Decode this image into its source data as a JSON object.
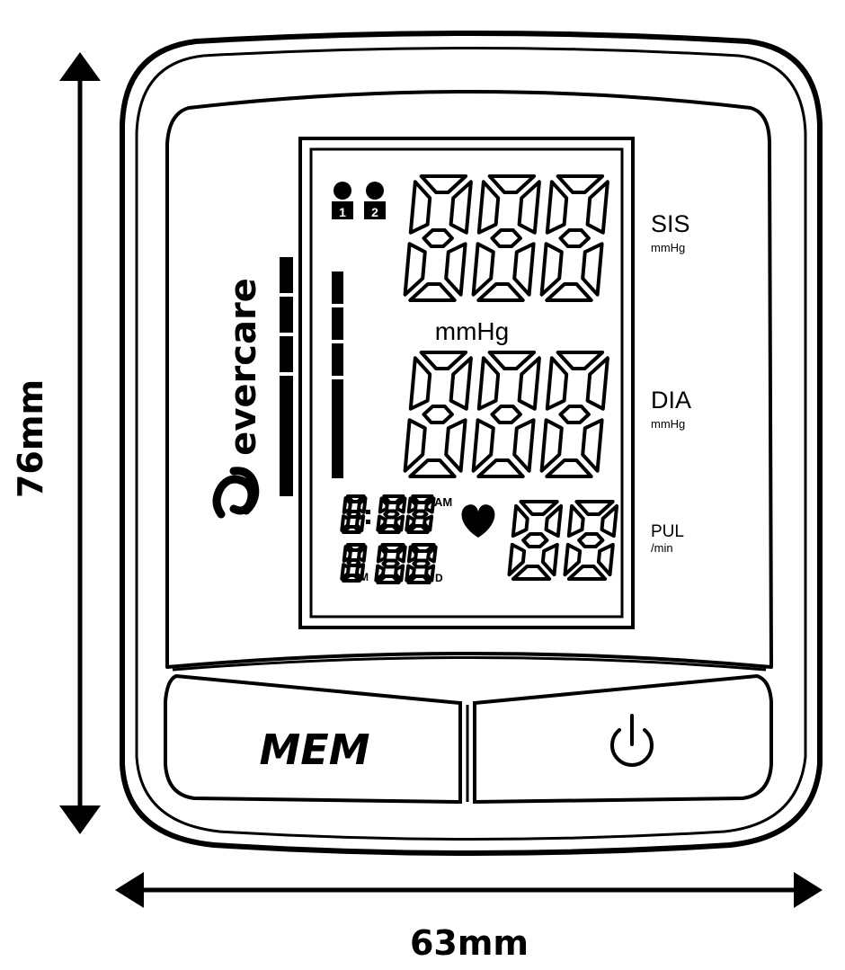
{
  "dimensions": {
    "height_label": "76mm",
    "width_label": "63mm"
  },
  "brand": {
    "name": "evercare",
    "logo_icon": "evercare-logo-icon"
  },
  "display": {
    "systolic": "888",
    "diastolic": "888",
    "pulse": "88",
    "center_unit": "mmHg",
    "user_icons": [
      "1",
      "2"
    ],
    "time": {
      "hour": "8",
      "minutes": "88",
      "am_label": "AM"
    },
    "date": {
      "month": "8",
      "month_label": "M",
      "day": "88",
      "day_label": "D"
    },
    "heart_icon": "heart-icon"
  },
  "side_labels": {
    "sis": {
      "name": "SIS",
      "unit": "mmHg"
    },
    "dia": {
      "name": "DIA",
      "unit": "mmHg"
    },
    "pul": {
      "name": "PUL",
      "unit": "/min"
    }
  },
  "buttons": {
    "mem_label": "MEM",
    "power_icon": "power-icon"
  }
}
